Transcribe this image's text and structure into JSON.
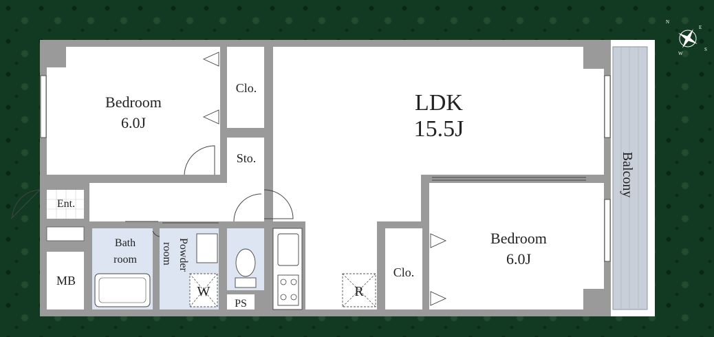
{
  "rooms": {
    "bedroom1": {
      "name": "Bedroom",
      "size": "6.0J"
    },
    "closet1": {
      "name": "Clo."
    },
    "storage": {
      "name": "Sto."
    },
    "ldk": {
      "name": "LDK",
      "size": "15.5J"
    },
    "balcony": {
      "name": "Balcony"
    },
    "entrance": {
      "name": "Ent."
    },
    "bathroom": {
      "line1": "Bath",
      "line2": "room"
    },
    "powder": {
      "line1": "Powder",
      "line2": "room"
    },
    "washer": {
      "name": "W"
    },
    "refrigerator": {
      "name": "R"
    },
    "meterbox": {
      "name": "MB"
    },
    "pipespace": {
      "name": "PS"
    },
    "closet2": {
      "name": "Clo."
    },
    "bedroom2": {
      "name": "Bedroom",
      "size": "6.0J"
    }
  },
  "compass": {
    "n": "N",
    "e": "E",
    "s": "S",
    "w": "W"
  },
  "colors": {
    "background": "#123a22",
    "wall": "#9a9a9a",
    "floor": "#ffffff",
    "wet_area": "#dde5f2",
    "balcony": "#c8cfd8"
  }
}
